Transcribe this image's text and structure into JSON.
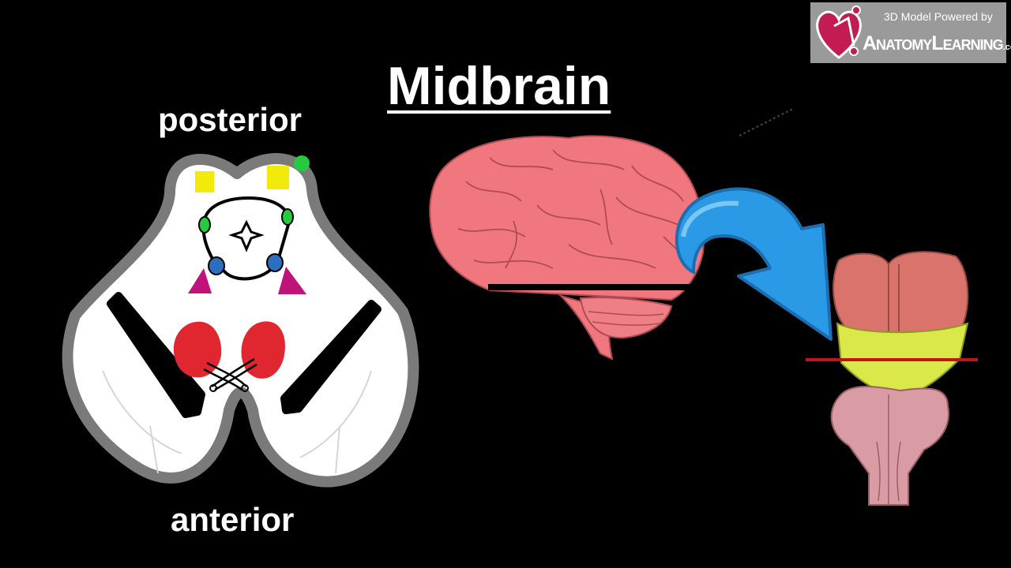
{
  "title": "Midbrain",
  "labels": {
    "posterior": "posterior",
    "anterior": "anterior"
  },
  "logo": {
    "top_text": "3D Model Powered by",
    "main_text": "AnatomyLearning",
    "domain_text": ".com"
  },
  "colors": {
    "background": "#000000",
    "section_fill": "#ffffff",
    "section_outline": "#7a7a7a",
    "yellow_nuclei": "#f2ea0a",
    "green_dots": "#27c93f",
    "blue_nuclei": "#2d6fbf",
    "magenta_triangles": "#c0137a",
    "red_nuclei": "#e0262e",
    "brain_pink": "#f0777e",
    "arrow_blue": "#2a9ae6",
    "cut_line": "#c0141c"
  }
}
